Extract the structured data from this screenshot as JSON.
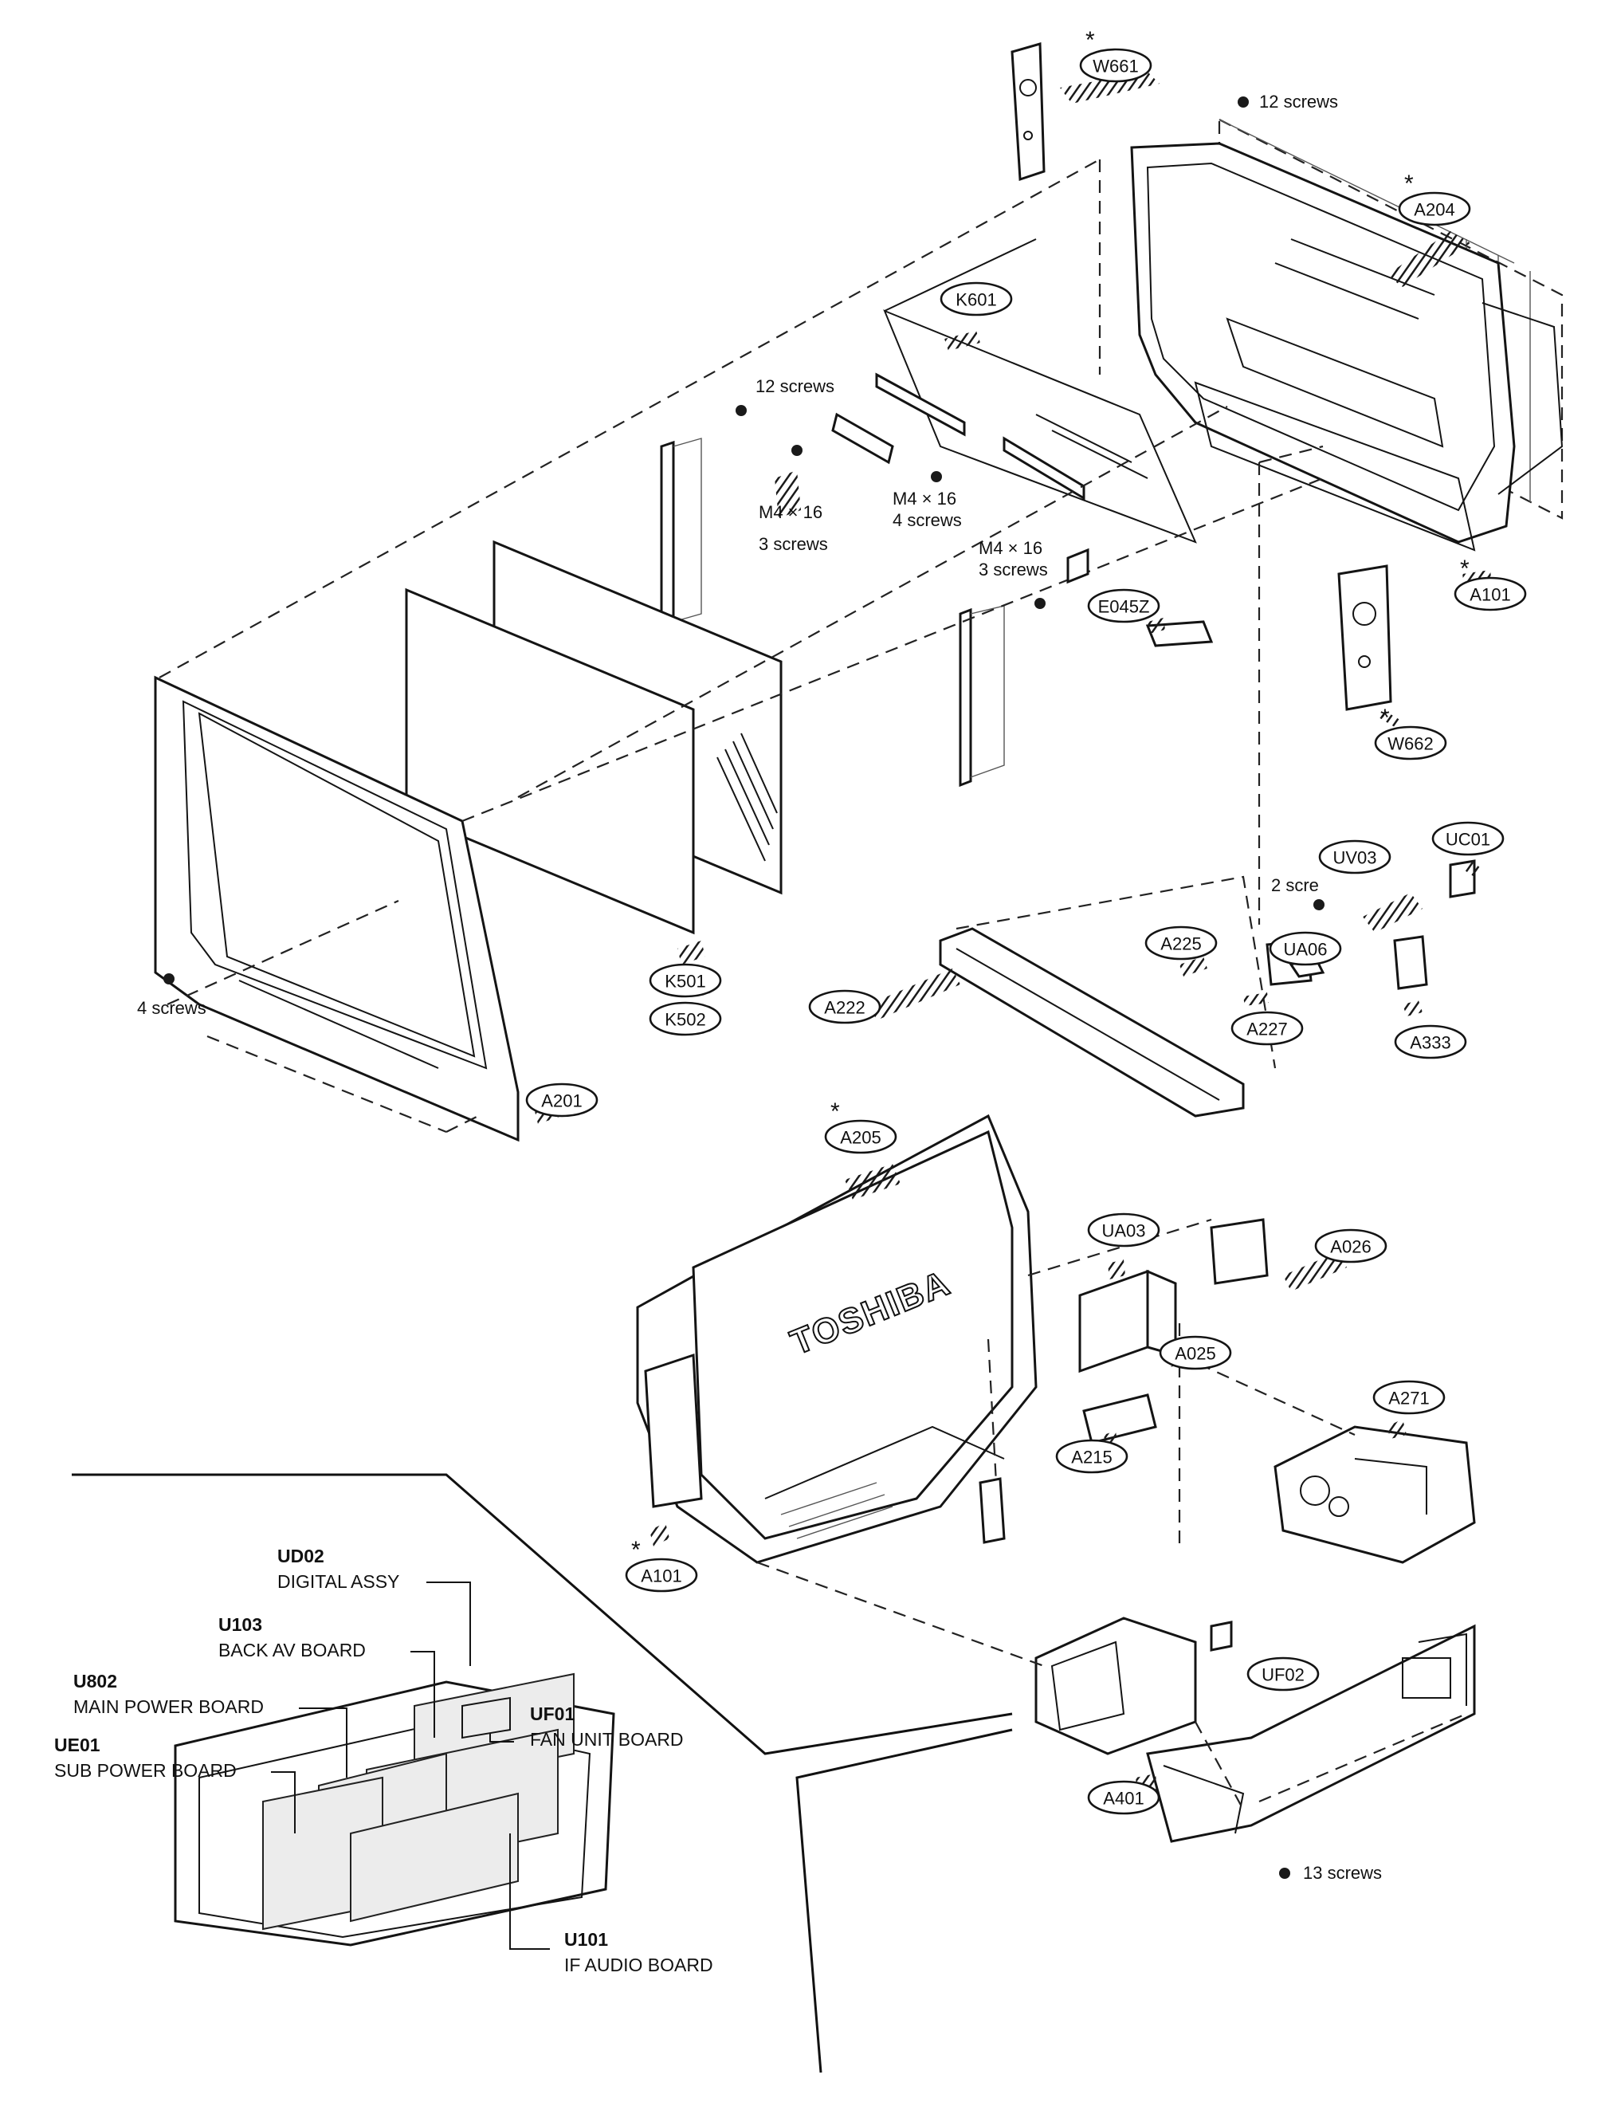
{
  "callouts": [
    {
      "id": "W661",
      "star": true
    },
    {
      "id": "A204",
      "star": true
    },
    {
      "id": "K601",
      "star": false
    },
    {
      "id": "A101",
      "star": true
    },
    {
      "id": "E045Z",
      "star": false
    },
    {
      "id": "W662",
      "star": true
    },
    {
      "id": "UC01",
      "star": false
    },
    {
      "id": "UV03",
      "star": false
    },
    {
      "id": "A225",
      "star": false
    },
    {
      "id": "UA06",
      "star": false
    },
    {
      "id": "A222",
      "star": false
    },
    {
      "id": "A227",
      "star": false
    },
    {
      "id": "A333",
      "star": false
    },
    {
      "id": "K501",
      "star": false
    },
    {
      "id": "K502",
      "star": false
    },
    {
      "id": "A201",
      "star": false
    },
    {
      "id": "A205",
      "star": true
    },
    {
      "id": "UA03",
      "star": false
    },
    {
      "id": "A026",
      "star": false
    },
    {
      "id": "A025",
      "star": false
    },
    {
      "id": "A271",
      "star": false
    },
    {
      "id": "A215",
      "star": false
    },
    {
      "id": "A101",
      "star": true
    },
    {
      "id": "UF02",
      "star": false
    },
    {
      "id": "A401",
      "star": false
    }
  ],
  "notes": {
    "screws_top": "12 screws",
    "screws_mid": "12 screws",
    "m4_a_size": "M4 × 16",
    "m4_a_count": "3 screws",
    "m4_b_size": "M4 × 16",
    "m4_b_count": "4 screws",
    "m4_c_size": "M4 × 16",
    "m4_c_count": "3 screws",
    "screws_front": "4 screws",
    "screws_two": "2 scre",
    "screws_bottom": "13 screws",
    "star_mark": "*"
  },
  "brand": "TOSHIBA",
  "boards": [
    {
      "code": "UD02",
      "name": "DIGITAL ASSY"
    },
    {
      "code": "U103",
      "name": "BACK AV BOARD"
    },
    {
      "code": "U802",
      "name": "MAIN POWER BOARD"
    },
    {
      "code": "UF01",
      "name": "FAN UNIT BOARD"
    },
    {
      "code": "UE01",
      "name": "SUB POWER BOARD"
    },
    {
      "code": "U101",
      "name": "IF AUDIO BOARD"
    }
  ]
}
